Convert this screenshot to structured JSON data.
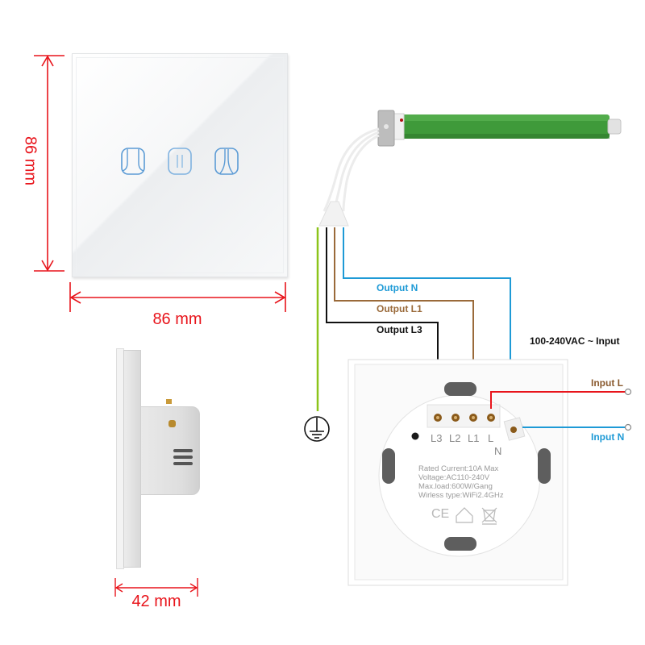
{
  "dimensions": {
    "height_label": "86 mm",
    "width_label": "86 mm",
    "depth_label": "42 mm",
    "color": "#e8141b"
  },
  "front_panel": {
    "buttons": [
      {
        "icon": "curtain-open-icon"
      },
      {
        "icon": "curtain-pause-icon"
      },
      {
        "icon": "curtain-close-icon"
      }
    ],
    "icon_color": "#5b9bd5"
  },
  "motor": {
    "type": "tubular-motor",
    "body_color": "#3f9a3a"
  },
  "wires": {
    "output_n": {
      "label": "Output N",
      "color": "#1e9ad6"
    },
    "output_l1": {
      "label": "Output L1",
      "color": "#9a6a3a"
    },
    "output_l3": {
      "label": "Output L3",
      "color": "#111111"
    },
    "earth": {
      "color": "#8cc41a",
      "icon": "ground-icon"
    },
    "input_l": {
      "label": "Input L",
      "color": "#e8141b",
      "label_color": "#8a5a2e"
    },
    "input_n": {
      "label": "Input N",
      "color": "#1e9ad6"
    }
  },
  "supply_label": "100-240VAC ~ Input",
  "back_module": {
    "terminals": [
      "L3",
      "L2",
      "L1",
      "L",
      "N"
    ],
    "specs": [
      "Rated Current:10A Max",
      "Voltage:AC110-240V",
      "Max.load:600W/Gang",
      "Wirless type:WiFi2.4GHz"
    ],
    "certifications": [
      "CE",
      "house-icon",
      "weee-bin-icon"
    ]
  }
}
